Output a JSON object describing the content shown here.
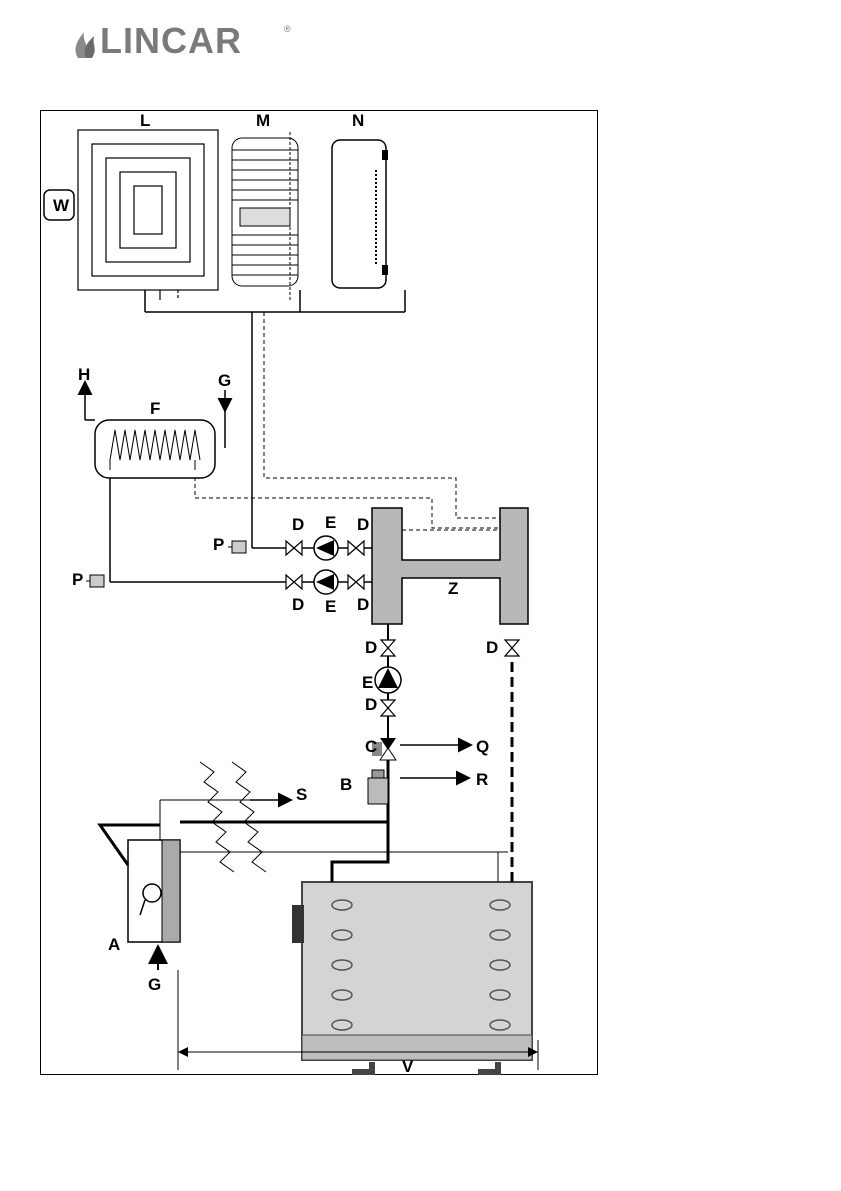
{
  "brand": {
    "name": "LINCAR",
    "mark": "®"
  },
  "labels": {
    "A": "A",
    "B": "B",
    "C": "C",
    "D": "D",
    "E": "E",
    "F": "F",
    "G": "G",
    "H": "H",
    "L": "L",
    "M": "M",
    "N": "N",
    "P": "P",
    "Q": "Q",
    "R": "R",
    "S": "S",
    "V": "V",
    "W": "W",
    "Z": "Z"
  }
}
